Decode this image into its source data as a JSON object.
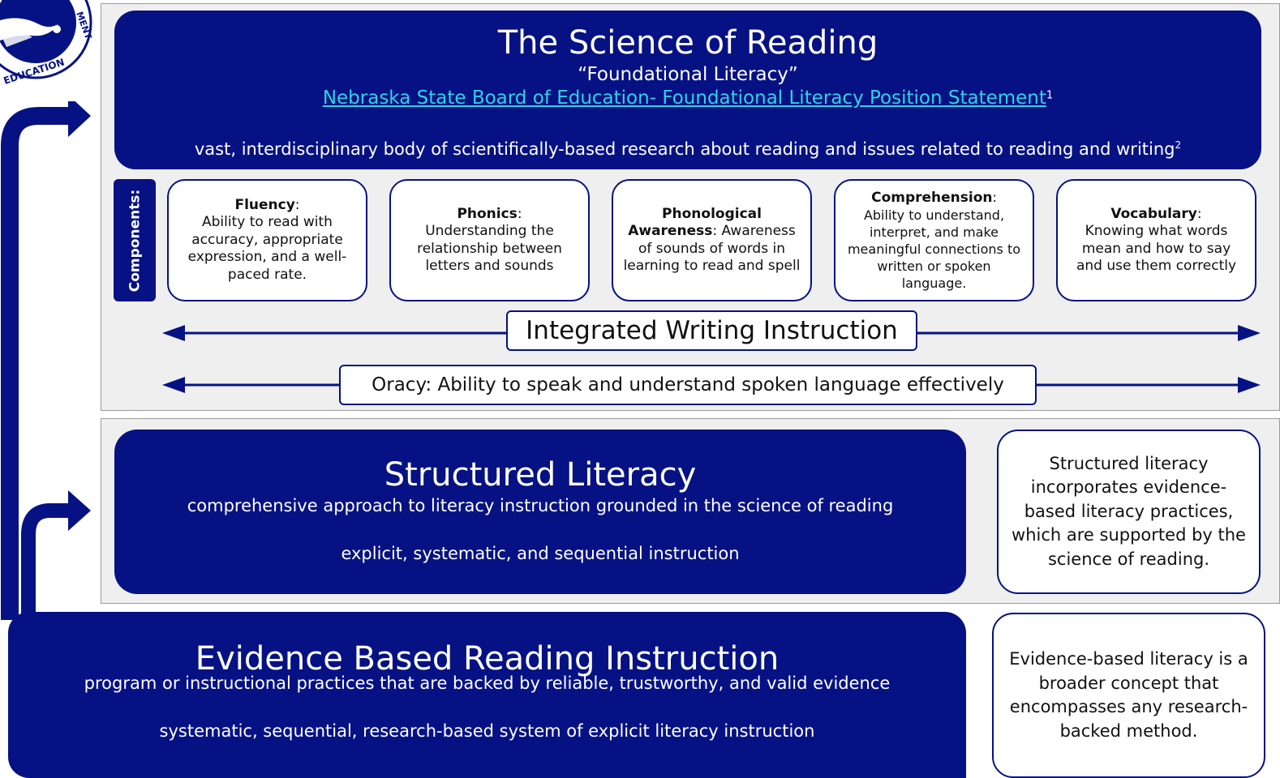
{
  "logo": {
    "text_top": "MENT",
    "text_bottom": "EDUCATION"
  },
  "science_of_reading": {
    "title": "The Science of Reading",
    "subtitle": "“Foundational Literacy”",
    "link_text": "Nebraska State Board of Education- Foundational Literacy Position Statement",
    "link_footnote": "1",
    "description": "vast, interdisciplinary body of scientifically-based research about reading and issues related to reading and writing",
    "description_footnote": "2"
  },
  "components": {
    "label": "Components:",
    "items": [
      {
        "term": "Fluency",
        "sep": ":",
        "definition": "Ability to read with accuracy, appropriate expression, and a well-paced rate."
      },
      {
        "term": "Phonics",
        "sep": ":",
        "definition": "Understanding the relationship between letters and sounds"
      },
      {
        "term": "Phonological Awareness",
        "sep": ":",
        "definition": "Awareness of sounds of words in learning to read and spell"
      },
      {
        "term": "Comprehension",
        "sep": ":",
        "definition": "Ability to understand, interpret, and make meaningful connections to written or spoken language."
      },
      {
        "term": "Vocabulary",
        "sep": ":",
        "definition": "Knowing what words mean and how to say and use them correctly"
      }
    ]
  },
  "integrated_writing": "Integrated Writing Instruction",
  "oracy": "Oracy: Ability to speak and understand spoken language effectively",
  "structured_literacy": {
    "title": "Structured Literacy",
    "line1": "comprehensive approach to literacy instruction grounded in the science of reading",
    "line2": "explicit, systematic, and sequential instruction",
    "note": "Structured literacy incorporates evidence-based literacy practices, which are supported by the science of reading."
  },
  "evidence_based": {
    "title": "Evidence Based Reading Instruction",
    "line1": "program or instructional practices that are backed by reliable, trustworthy, and valid evidence",
    "line2": "systematic, sequential, research-based system of explicit literacy instruction",
    "note": "Evidence-based literacy is a broader concept that encompasses any research-backed method."
  },
  "colors": {
    "navy": "#061283",
    "panel_gray": "#efefef",
    "link_cyan": "#2fd2e4"
  }
}
